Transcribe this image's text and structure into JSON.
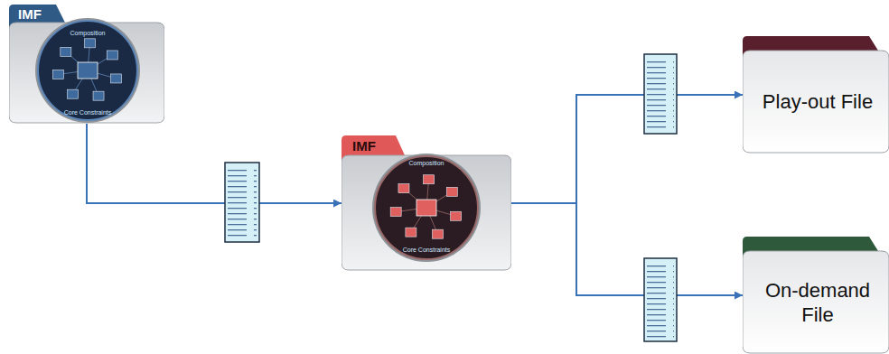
{
  "diagram": {
    "nodes": [
      {
        "text": [
          "IMF"
        ]
      },
      {
        "text": [
          "IMF"
        ]
      },
      {
        "text": [
          "Play-out File"
        ]
      },
      {
        "text": [
          "On-demand File"
        ]
      }
    ],
    "edges": [
      {
        "from": 0,
        "to": 1,
        "arrow": "to"
      },
      {
        "from": 1,
        "to": 2,
        "arrow": "to"
      },
      {
        "from": 1,
        "to": 3,
        "arrow": "to"
      }
    ],
    "labels": [
      "Composition",
      "Core Constraints",
      "Composition",
      "Core Constraints"
    ]
  }
}
